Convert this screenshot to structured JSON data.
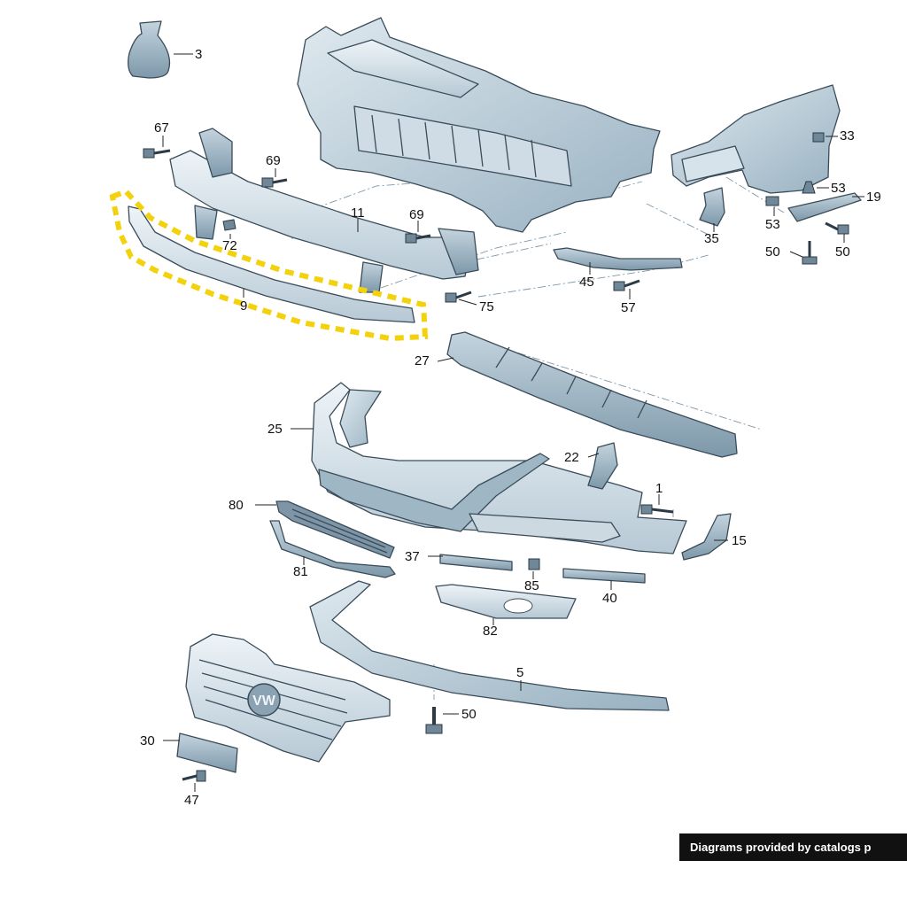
{
  "footer": {
    "text": "Diagrams provided by catalogs p"
  },
  "callouts": [
    "3",
    "67",
    "69",
    "11",
    "69",
    "72",
    "9",
    "75",
    "45",
    "57",
    "35",
    "33",
    "53",
    "19",
    "53",
    "50",
    "50",
    "27",
    "25",
    "22",
    "1",
    "80",
    "15",
    "37",
    "85",
    "40",
    "81",
    "82",
    "5",
    "50",
    "30",
    "47"
  ],
  "highlight": {
    "part": "9",
    "color": "#f3d20d"
  }
}
